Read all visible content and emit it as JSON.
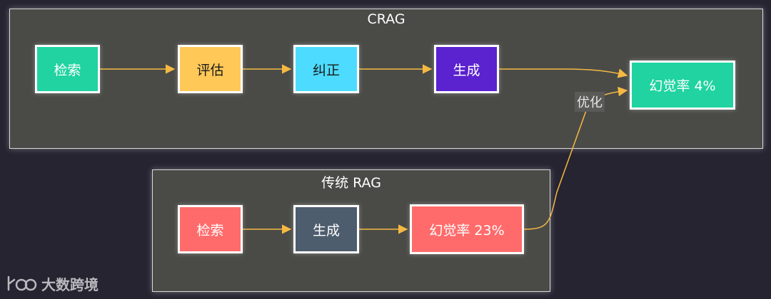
{
  "diagram": {
    "clusters": {
      "crag": {
        "title": "CRAG"
      },
      "traditional": {
        "title": "传统 RAG"
      }
    },
    "nodes": {
      "crag_retrieve": {
        "label": "检索",
        "fill": "#20d3a1",
        "text_color": "#ffffff"
      },
      "crag_evaluate": {
        "label": "评估",
        "fill": "#ffc857",
        "text_color": "#1a1a1a"
      },
      "crag_correct": {
        "label": "纠正",
        "fill": "#4ddcff",
        "text_color": "#1a1a1a"
      },
      "crag_generate": {
        "label": "生成",
        "fill": "#5b22cf",
        "text_color": "#ffffff"
      },
      "crag_hallu": {
        "label": "幻觉率 4%",
        "fill": "#20d3a1",
        "text_color": "#ffffff"
      },
      "trad_retrieve": {
        "label": "检索",
        "fill": "#ff6b6b",
        "text_color": "#ffffff"
      },
      "trad_generate": {
        "label": "生成",
        "fill": "#4e5d6e",
        "text_color": "#ffffff"
      },
      "trad_hallu": {
        "label": "幻觉率 23%",
        "fill": "#ff6b6b",
        "text_color": "#ffffff"
      }
    },
    "edges": [
      {
        "from": "crag_retrieve",
        "to": "crag_evaluate"
      },
      {
        "from": "crag_evaluate",
        "to": "crag_correct"
      },
      {
        "from": "crag_correct",
        "to": "crag_generate"
      },
      {
        "from": "crag_generate",
        "to": "crag_hallu"
      },
      {
        "from": "trad_retrieve",
        "to": "trad_generate"
      },
      {
        "from": "trad_generate",
        "to": "trad_hallu"
      },
      {
        "from": "trad_hallu",
        "to": "crag_hallu",
        "label": "优化"
      }
    ],
    "edge_color": "#f5b942"
  },
  "watermark": {
    "text": "大数跨境"
  }
}
